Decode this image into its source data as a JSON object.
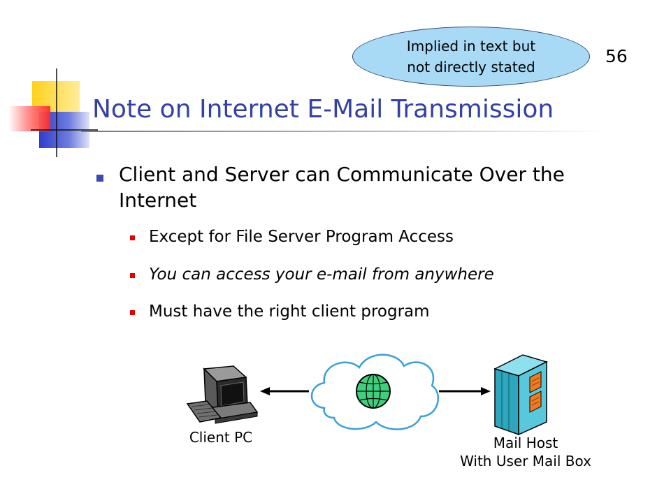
{
  "callout": {
    "line1": "Implied in text but",
    "line2": "not directly stated"
  },
  "slide_number": "56",
  "title": "Note on Internet E-Mail Transmission",
  "bullet_main": "Client and Server can Communicate Over the Internet",
  "sub_bullets": [
    "Except for File Server Program Access",
    "You can access your e-mail from anywhere",
    "Must have the right client program"
  ],
  "diagram": {
    "client_label": "Client PC",
    "server_label_line1": "Mail Host",
    "server_label_line2": "With User Mail Box"
  },
  "colors": {
    "title": "#3340a6",
    "callout_fill": "#a9daf5",
    "sub_bullet": "#e00000",
    "server": "#3fb6cc"
  }
}
